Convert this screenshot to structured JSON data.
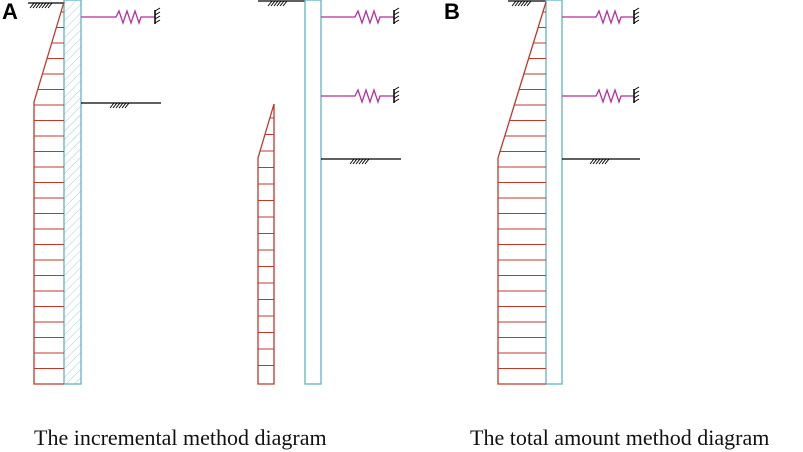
{
  "panels": [
    {
      "id": "A",
      "label": "A"
    },
    {
      "id": "B",
      "label": "B"
    }
  ],
  "captions": [
    {
      "text": "The incremental method diagram"
    },
    {
      "text": "The total amount method diagram"
    }
  ],
  "colors": {
    "pressure": "#c0392b",
    "wall": "#5fb3c4",
    "spring": "#b0319a",
    "ground": "#000000",
    "hatch": "#9fd0da"
  }
}
